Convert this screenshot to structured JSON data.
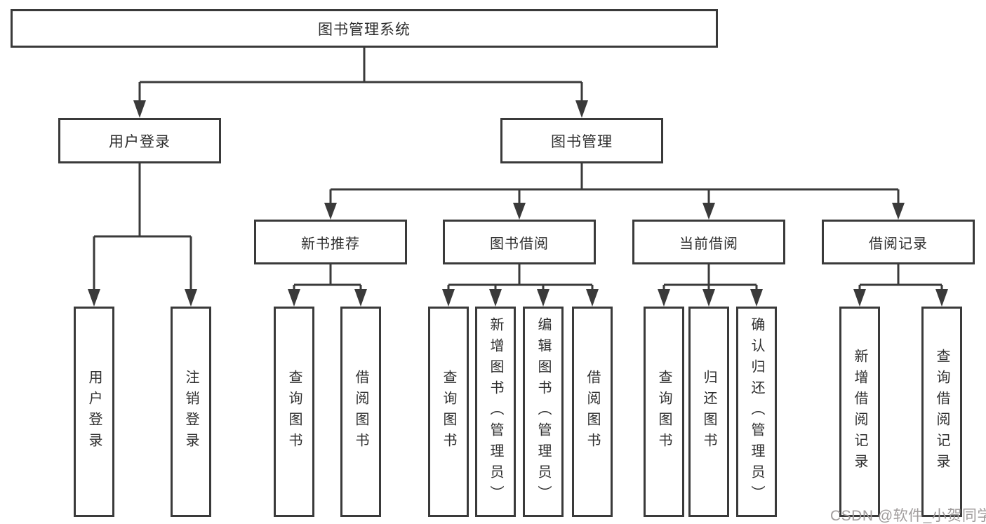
{
  "title": "图书管理系统",
  "level2": [
    {
      "label": "用户登录"
    },
    {
      "label": "图书管理"
    }
  ],
  "level3": [
    {
      "label": "新书推荐"
    },
    {
      "label": "图书借阅"
    },
    {
      "label": "当前借阅"
    },
    {
      "label": "借阅记录"
    }
  ],
  "leaves": [
    {
      "label": "用户登录",
      "parent": "用户登录"
    },
    {
      "label": "注销登录",
      "parent": "用户登录"
    },
    {
      "label": "查询图书",
      "parent": "新书推荐"
    },
    {
      "label": "借阅图书",
      "parent": "新书推荐"
    },
    {
      "label": "查询图书",
      "parent": "图书借阅"
    },
    {
      "label": "新增图书（管理员）",
      "parent": "图书借阅"
    },
    {
      "label": "编辑图书（管理员）",
      "parent": "图书借阅"
    },
    {
      "label": "借阅图书",
      "parent": "图书借阅"
    },
    {
      "label": "查询图书",
      "parent": "当前借阅"
    },
    {
      "label": "归还图书",
      "parent": "当前借阅"
    },
    {
      "label": "确认归还（管理员）",
      "parent": "当前借阅"
    },
    {
      "label": "新增借阅记录",
      "parent": "借阅记录"
    },
    {
      "label": "查询借阅记录",
      "parent": "借阅记录"
    }
  ],
  "watermark": "CSDN @软件_小贺同学",
  "colors": {
    "line": "#3a3a3a",
    "box_border": "#3a3a3a",
    "text": "#2f2f2f",
    "watermark": "#a09c9c",
    "background": "#ffffff"
  }
}
